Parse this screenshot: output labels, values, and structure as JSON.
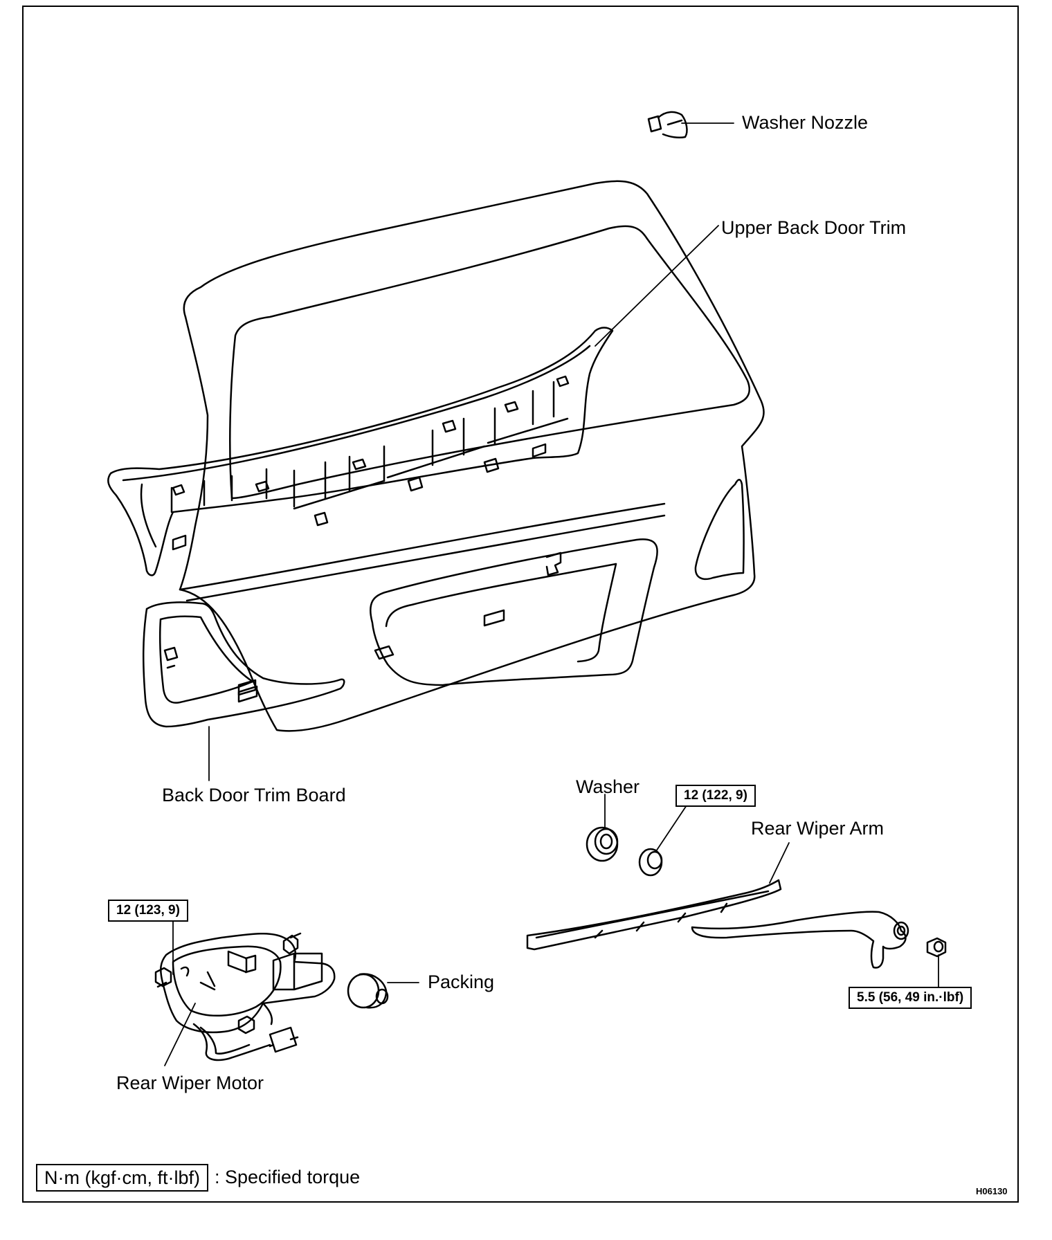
{
  "labels": {
    "washer_nozzle": "Washer Nozzle",
    "upper_back_door_trim": "Upper Back Door Trim",
    "back_door_trim_board": "Back Door Trim Board",
    "washer": "Washer",
    "rear_wiper_arm": "Rear Wiper Arm",
    "packing": "Packing",
    "rear_wiper_motor": "Rear Wiper Motor"
  },
  "torques": {
    "washer_nut": "12 (122, 9)",
    "motor_bolt": "12 (123, 9)",
    "arm_nut": "5.5 (56, 49 in.·lbf)"
  },
  "legend": {
    "unit": "N·m (kgf·cm, ft·lbf)",
    "text": ": Specified torque"
  },
  "figure_code": "H06130"
}
